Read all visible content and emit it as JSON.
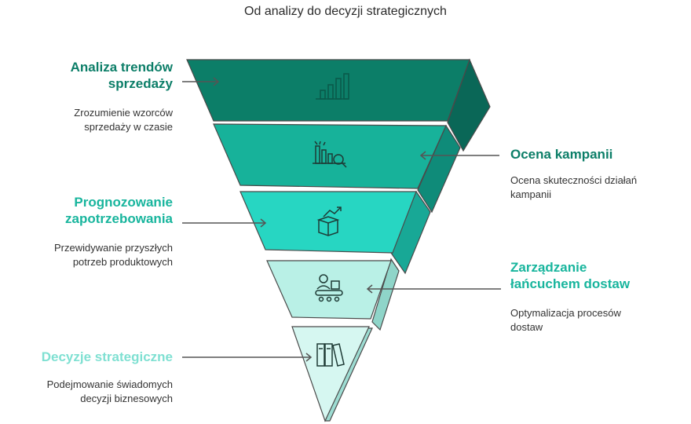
{
  "title": "Od analizy do decyzji strategicznych",
  "colors": {
    "level1": "#0c7e68",
    "level2": "#17b29a",
    "level3": "#27d6c2",
    "level4": "#b9f0e6",
    "level5": "#d6f7f1",
    "text_dark": "#0c7e68",
    "text_mid": "#1aa88f",
    "text_light": "#7fe0d2"
  },
  "stages": [
    {
      "heading": "Analiza trendów sprzedaży",
      "heading_line1": "Analiza trendów",
      "heading_line2": "sprzedaży",
      "description_line1": "Zrozumienie wzorców",
      "description_line2": "sprzedaży w czasie",
      "side": "left",
      "icon": "bar-chart-icon"
    },
    {
      "heading": "Ocena kampanii",
      "description_line1": "Ocena skuteczności działań",
      "description_line2": "kampanii",
      "side": "right",
      "icon": "chart-magnifier-icon"
    },
    {
      "heading": "Prognozowanie zapotrzebowania",
      "heading_line1": "Prognozowanie",
      "heading_line2": "zapotrzebowania",
      "description_line1": "Przewidywanie przyszłych",
      "description_line2": "potrzeb produktowych",
      "side": "left",
      "icon": "box-growth-icon"
    },
    {
      "heading": "Zarządzanie łańcuchem dostaw",
      "heading_line1": "Zarządzanie",
      "heading_line2": "łańcuchem dostaw",
      "description_line1": "Optymalizacja procesów",
      "description_line2": "dostaw",
      "side": "right",
      "icon": "conveyor-worker-icon"
    },
    {
      "heading": "Decyzje strategiczne",
      "description_line1": "Podejmowanie świadomych",
      "description_line2": "decyzji biznesowych",
      "side": "left",
      "icon": "books-icon"
    }
  ]
}
